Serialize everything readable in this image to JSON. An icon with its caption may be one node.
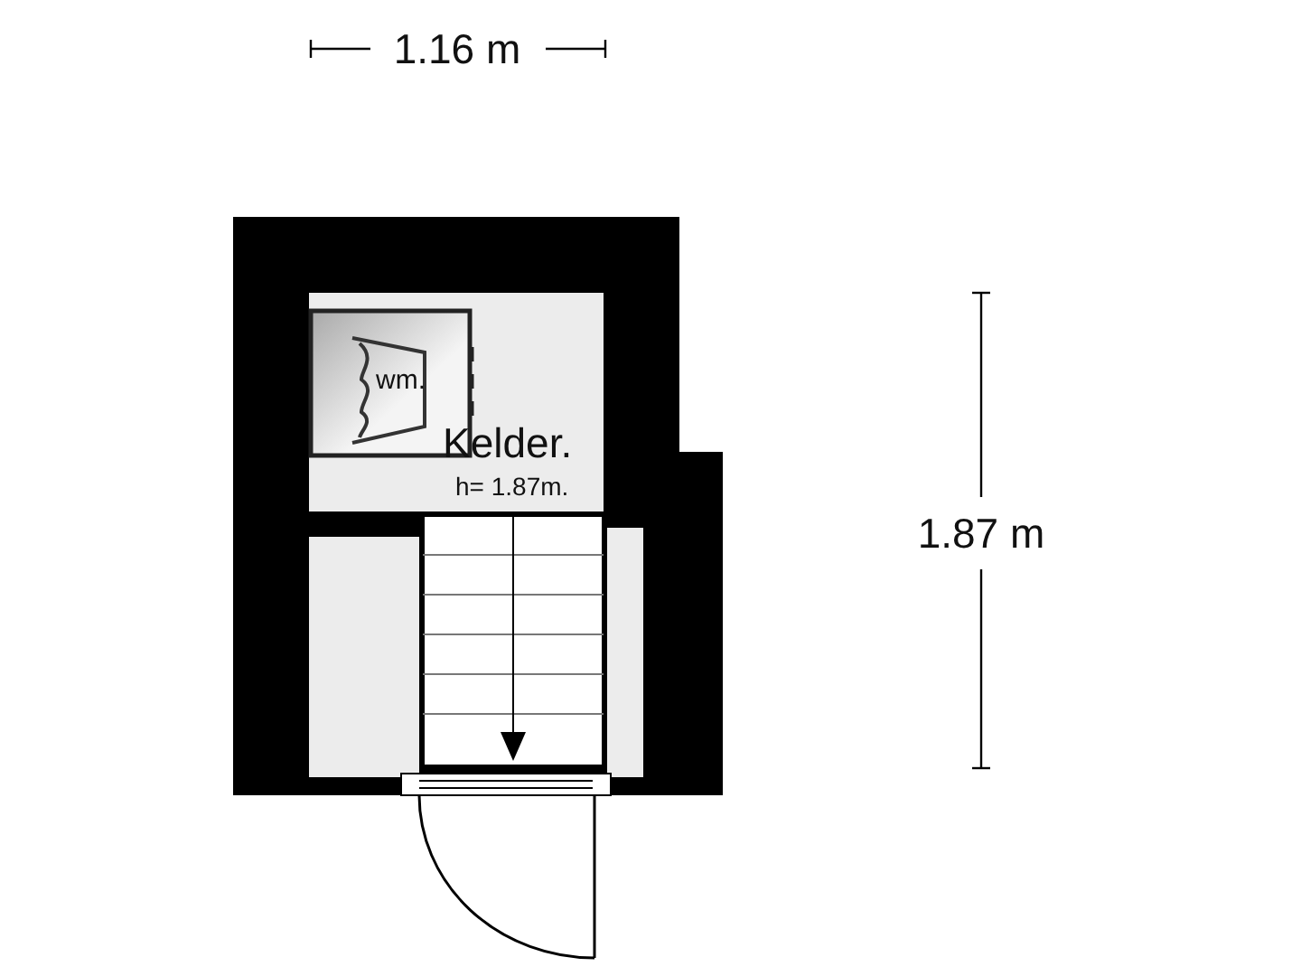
{
  "diagram": {
    "labels": [
      "1.16 m",
      "wm.",
      "Kelder.",
      "h= 1.87m.",
      "1.87 m"
    ]
  }
}
